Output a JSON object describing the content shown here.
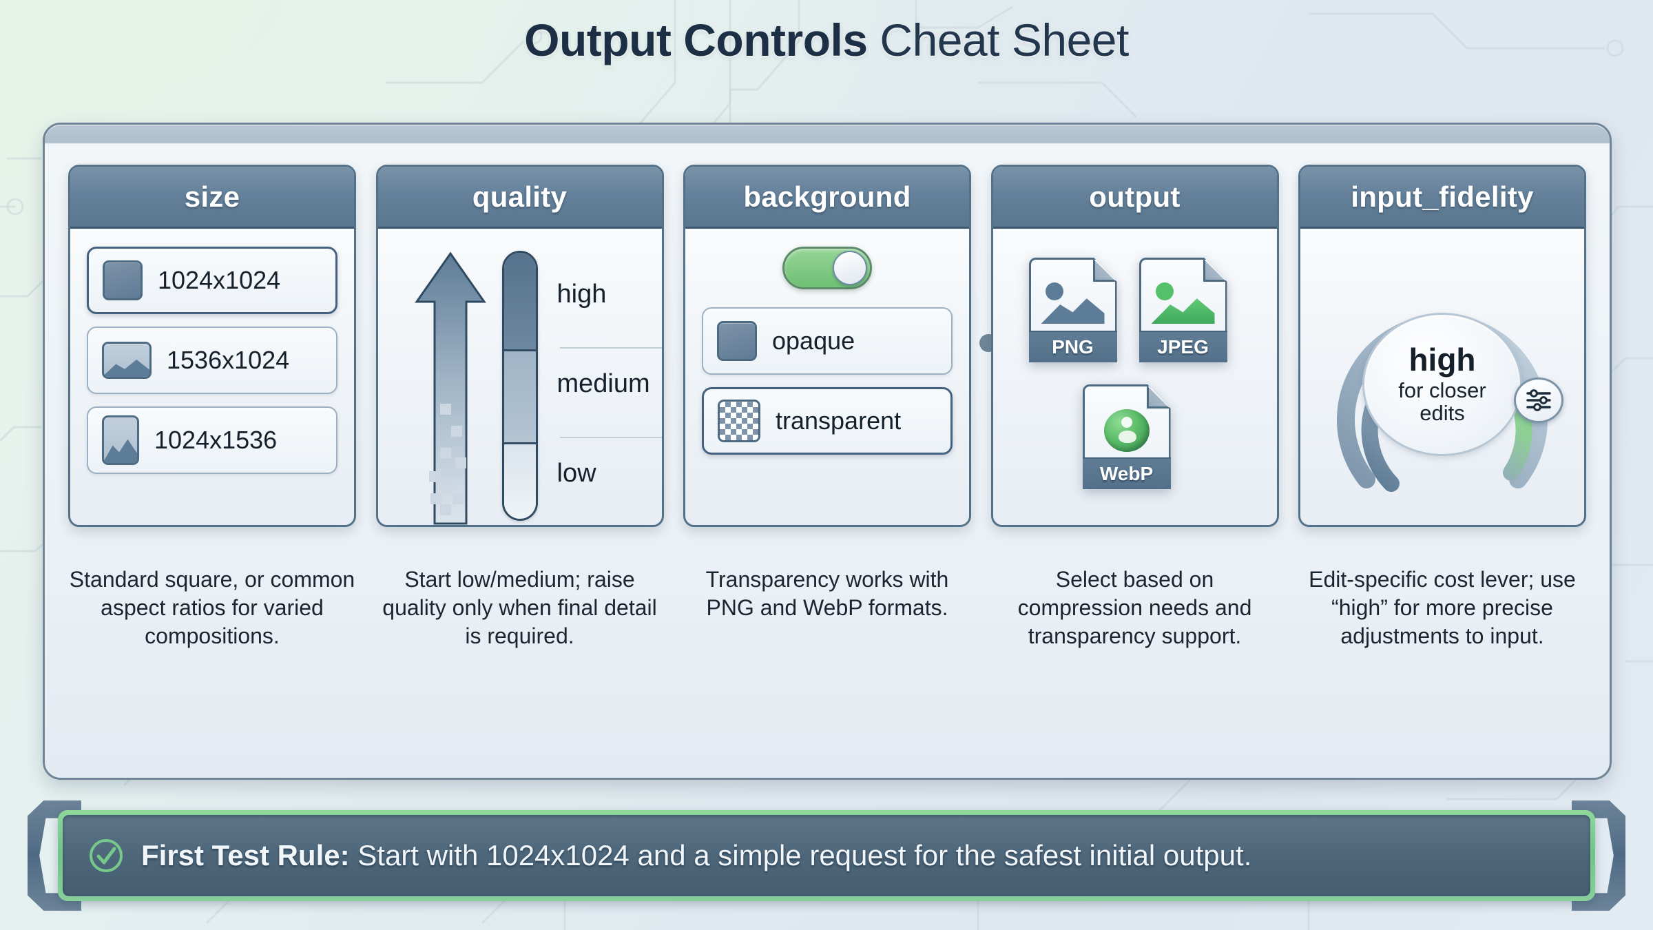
{
  "title": {
    "bold_part": "Output Controls",
    "light_part": " Cheat Sheet"
  },
  "columns": [
    {
      "header": "size",
      "caption": "Standard square, or common aspect ratios for varied compositions.",
      "options": [
        {
          "label": "1024x1024",
          "icon": "square-thumb-icon",
          "selected": true
        },
        {
          "label": "1536x1024",
          "icon": "landscape-image-icon",
          "selected": false
        },
        {
          "label": "1024x1536",
          "icon": "portrait-image-icon",
          "selected": false
        }
      ]
    },
    {
      "header": "quality",
      "caption": "Start low/medium; raise quality only when final detail is required.",
      "levels": [
        "high",
        "medium",
        "low"
      ],
      "arrow_icon": "up-arrow-gradient-icon",
      "gauge_icon": "vertical-gauge-icon"
    },
    {
      "header": "background",
      "caption": "Transparency works with PNG and WebP formats.",
      "toggle": {
        "state": "on",
        "color": "#6fbf74"
      },
      "options": [
        {
          "label": "opaque",
          "icon": "solid-square-icon",
          "selected": false
        },
        {
          "label": "transparent",
          "icon": "checkerboard-icon",
          "selected": true
        }
      ]
    },
    {
      "header": "output",
      "caption": "Select based on compression needs and transparency support.",
      "files": [
        {
          "label": "PNG",
          "icon": "file-image-icon",
          "accent": "#5c7c97"
        },
        {
          "label": "JPEG",
          "icon": "file-image-icon",
          "accent": "#4aae62"
        },
        {
          "label": "WebP",
          "icon": "file-globe-icon",
          "accent": "#4aae62"
        }
      ]
    },
    {
      "header": "input_fidelity",
      "caption": "Edit-specific cost lever; use “high” for more precise adjustments to input.",
      "dial": {
        "value": "high",
        "sub_line1": "for closer",
        "sub_line2": "edits",
        "knob_icon": "sliders-icon",
        "arc_color": "#7fcb8a"
      }
    }
  ],
  "banner": {
    "icon": "check-circle-icon",
    "bold_text": "First Test Rule:",
    "rest_text": " Start with 1024x1024 and a simple request for the safest initial output.",
    "accent": "#6fc584"
  }
}
